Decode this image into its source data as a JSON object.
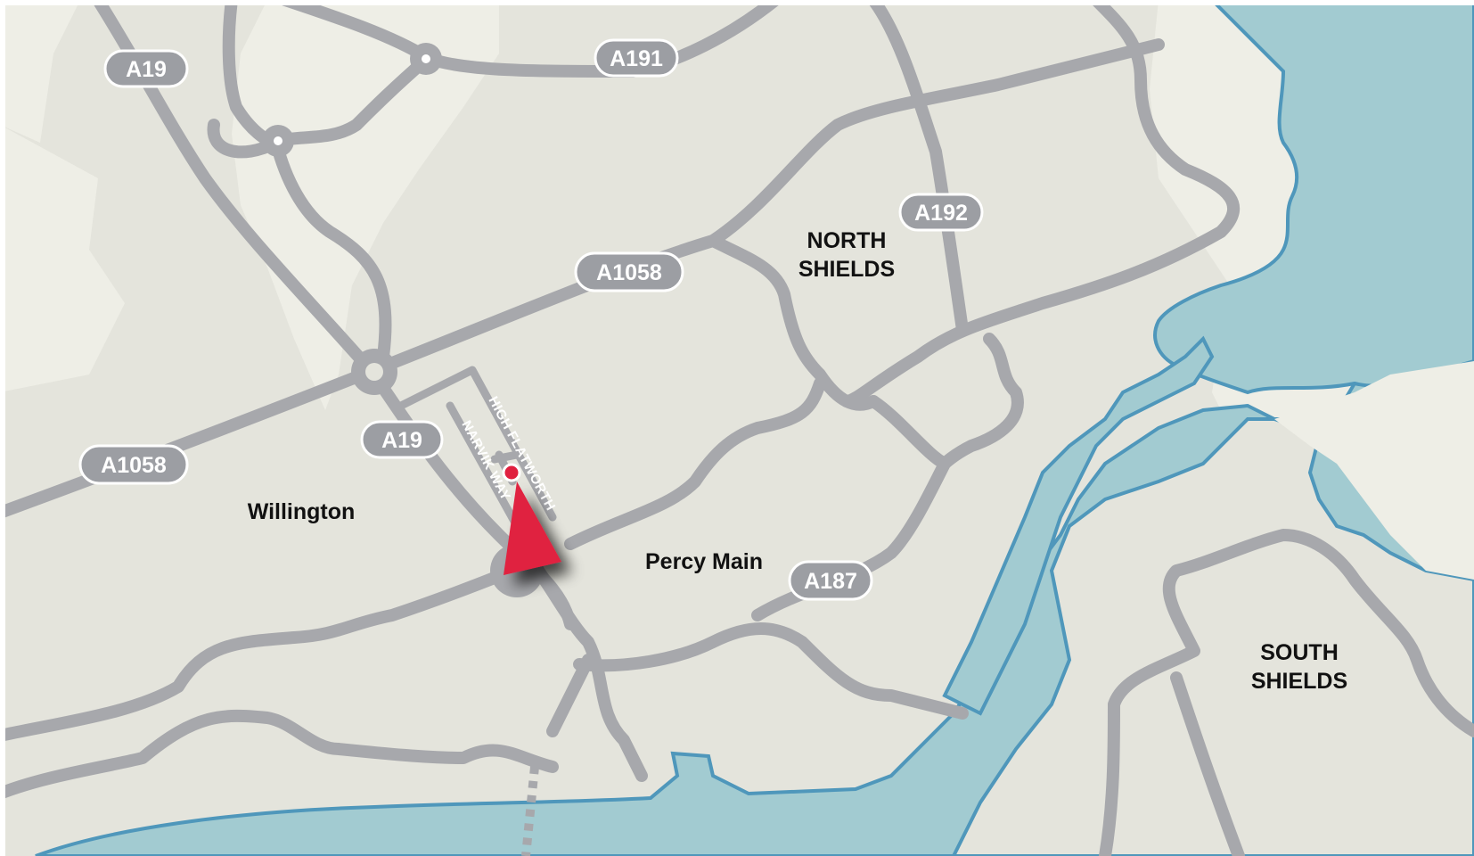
{
  "map": {
    "colors": {
      "background": "#ffffff",
      "land": "#e4e4dc",
      "land_light": "#eeeee6",
      "water": "#a2cbd1",
      "shore": "#4f97bb",
      "road": "#a7a8ac",
      "label_fill": "#9c9ea3",
      "marker": "#e0203f"
    },
    "road_labels": [
      {
        "id": "a19-north",
        "text": "A19"
      },
      {
        "id": "a191",
        "text": "A191"
      },
      {
        "id": "a192",
        "text": "A192"
      },
      {
        "id": "a1058-east",
        "text": "A1058"
      },
      {
        "id": "a19-south",
        "text": "A19"
      },
      {
        "id": "a1058-west",
        "text": "A1058"
      },
      {
        "id": "a187",
        "text": "A187"
      }
    ],
    "place_labels": {
      "willington": "Willington",
      "percy_main": "Percy Main",
      "north_shields_line1": "NORTH",
      "north_shields_line2": "SHIELDS",
      "south_shields_line1": "SOUTH",
      "south_shields_line2": "SHIELDS"
    },
    "street_labels": {
      "high_flatworth": "HIGH FLATWORTH",
      "narvik_way": "NARVIK WAY"
    },
    "marker": {
      "icon": "location-pin-icon",
      "pointer": "direction-pointer-icon"
    }
  }
}
